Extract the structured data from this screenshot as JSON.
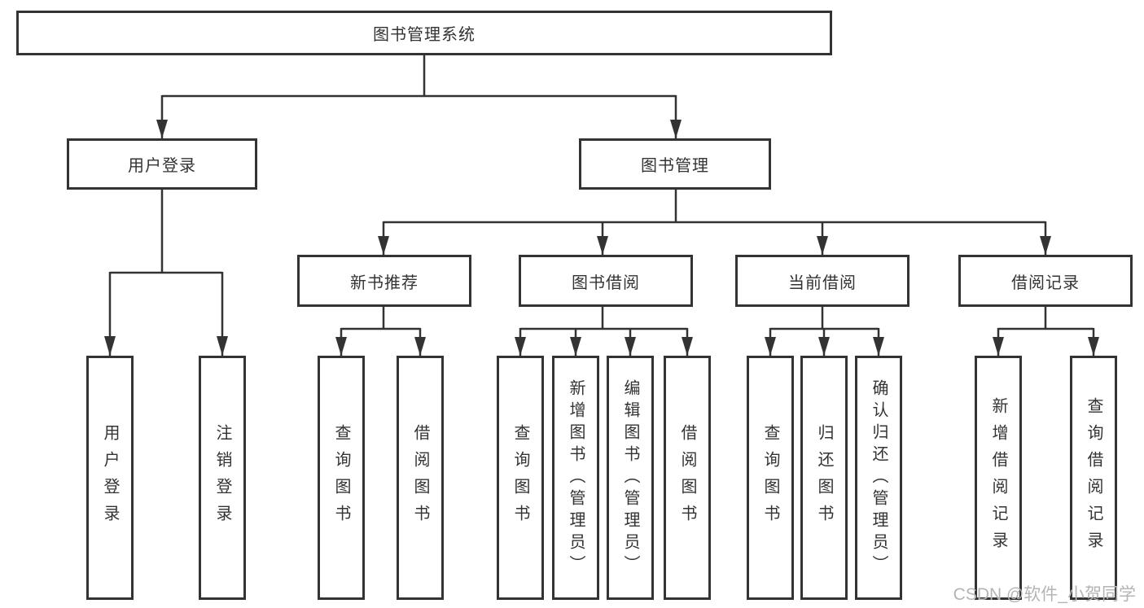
{
  "watermark": "CSDN @软件_小贺同学",
  "colors": {
    "line": "#333333",
    "box_border": "#333333",
    "text": "#333333",
    "watermark": "#b4b4b4",
    "background": "#ffffff"
  },
  "tree": {
    "label": "图书管理系统",
    "children": [
      {
        "label": "用户登录",
        "children": [
          {
            "label": "用户登录"
          },
          {
            "label": "注销登录"
          }
        ]
      },
      {
        "label": "图书管理",
        "children": [
          {
            "label": "新书推荐",
            "children": [
              {
                "label": "查询图书"
              },
              {
                "label": "借阅图书"
              }
            ]
          },
          {
            "label": "图书借阅",
            "children": [
              {
                "label": "查询图书"
              },
              {
                "label": "新增图书（管理员）"
              },
              {
                "label": "编辑图书（管理员）"
              },
              {
                "label": "借阅图书"
              }
            ]
          },
          {
            "label": "当前借阅",
            "children": [
              {
                "label": "查询图书"
              },
              {
                "label": "归还图书"
              },
              {
                "label": "确认归还（管理员）"
              }
            ]
          },
          {
            "label": "借阅记录",
            "children": [
              {
                "label": "新增借阅记录"
              },
              {
                "label": "查询借阅记录"
              }
            ]
          }
        ]
      }
    ]
  }
}
